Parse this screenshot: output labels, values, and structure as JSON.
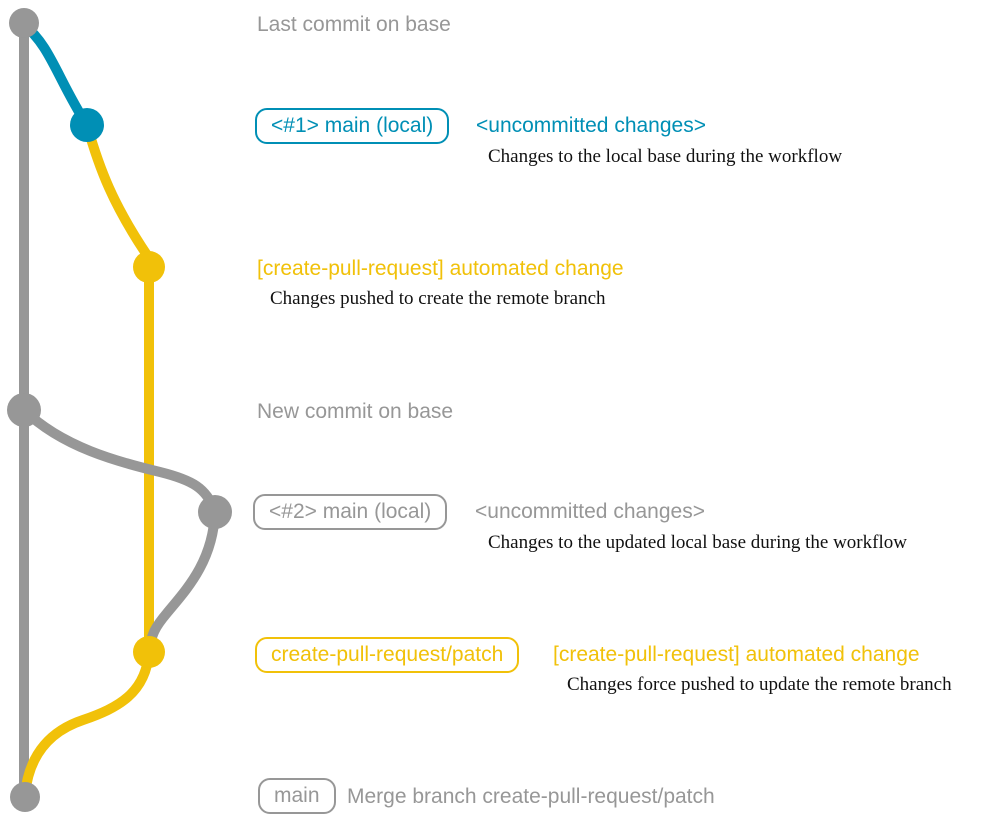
{
  "colors": {
    "background": "#ffffff",
    "base": "#979797",
    "local": "#008fb5",
    "patch": "#f1c109",
    "note": "#111111"
  },
  "legend": {
    "base_branch": "base",
    "local_branch": "main (local)",
    "patch_branch": "create-pull-request/patch"
  },
  "rows": {
    "last_commit": {
      "message": "Last commit on base"
    },
    "local_1": {
      "tag": "<#1> main (local)",
      "message": "<uncommitted changes>",
      "note": "Changes to the local base during the workflow"
    },
    "automated_1": {
      "message": "[create-pull-request] automated change",
      "note": "Changes pushed to create the remote branch"
    },
    "new_commit": {
      "message": "New commit on base"
    },
    "local_2": {
      "tag": "<#2> main (local)",
      "message": "<uncommitted changes>",
      "note": "Changes to the updated local base during the workflow"
    },
    "automated_2": {
      "tag": "create-pull-request/patch",
      "message": "[create-pull-request] automated change",
      "note": "Changes force pushed to update the remote branch"
    },
    "merge": {
      "tag": "main",
      "message": "Merge branch create-pull-request/patch"
    }
  }
}
